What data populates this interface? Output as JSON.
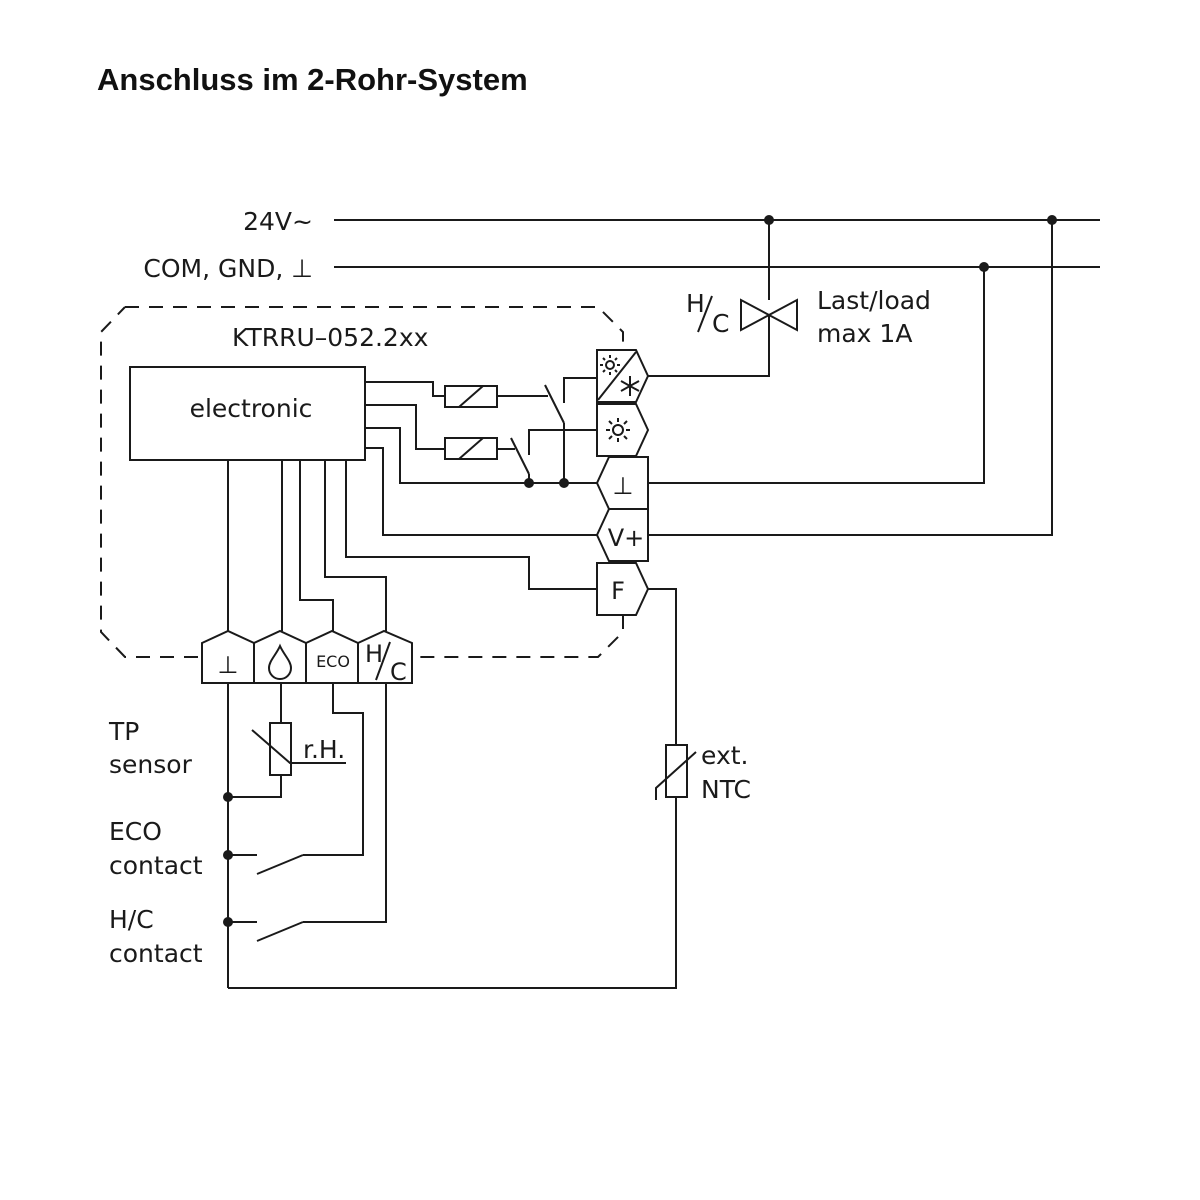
{
  "title": "Anschluss im 2-Rohr-System",
  "supply_lines": {
    "v24": "24V~",
    "com": "COM, GND, ⊥"
  },
  "device": {
    "model": "KTRRU–052.2xx",
    "core_label": "electronic"
  },
  "terminals": {
    "gnd": "⊥",
    "vplus": "V+",
    "f": "F",
    "eco": "ECO",
    "hc_h": "H",
    "hc_c": "C"
  },
  "valve": {
    "hc_h": "H",
    "hc_c": "C",
    "load_line1": "Last/load",
    "load_line2": "max 1A"
  },
  "sensors": {
    "tp_line1": "TP",
    "tp_line2": "sensor",
    "rh": "r.H.",
    "eco_line1": "ECO",
    "eco_line2": "contact",
    "hc_line1": "H/C",
    "hc_line2": "contact",
    "ntc_line1": "ext.",
    "ntc_line2": "NTC"
  },
  "icons": [
    "sun-snowflake-icon",
    "sun-icon",
    "ground-icon",
    "water-drop-icon",
    "heat-cool-icon"
  ]
}
